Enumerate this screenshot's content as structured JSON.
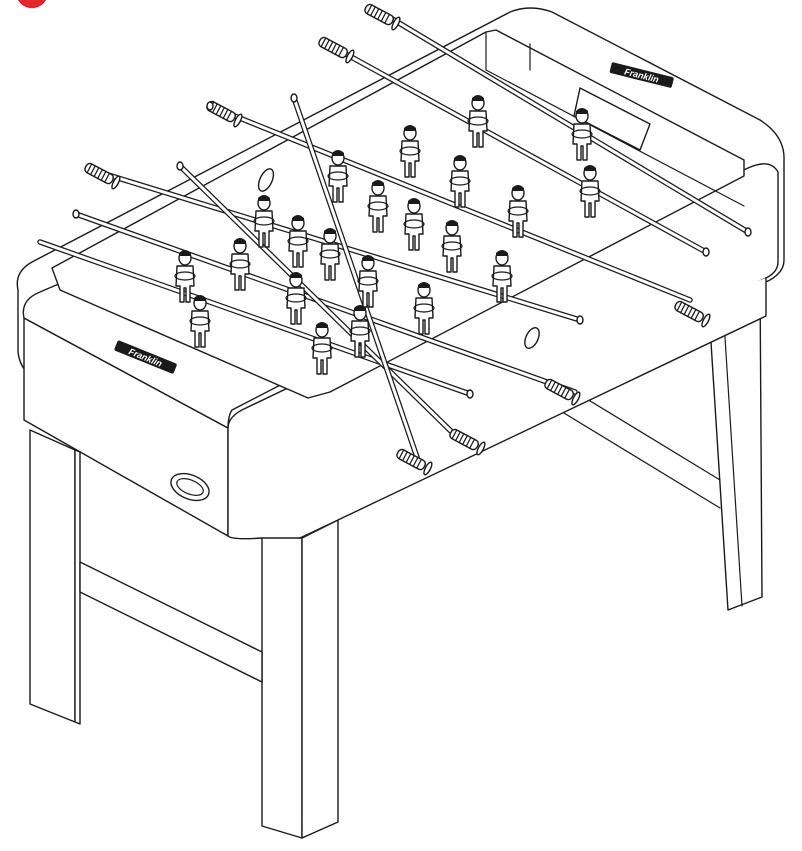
{
  "figure": {
    "subject-icon": "foosball-table-icon",
    "colors": {
      "line": "#1a1a1a",
      "background": "#ffffff",
      "accent": "#e3262b"
    }
  },
  "brand": {
    "logo_text": "Franklin"
  },
  "table": {
    "rods_total": 8,
    "figures_per_rod": [
      1,
      2,
      3,
      5,
      5,
      3,
      2,
      1
    ],
    "goals": 2,
    "legs": 4
  }
}
